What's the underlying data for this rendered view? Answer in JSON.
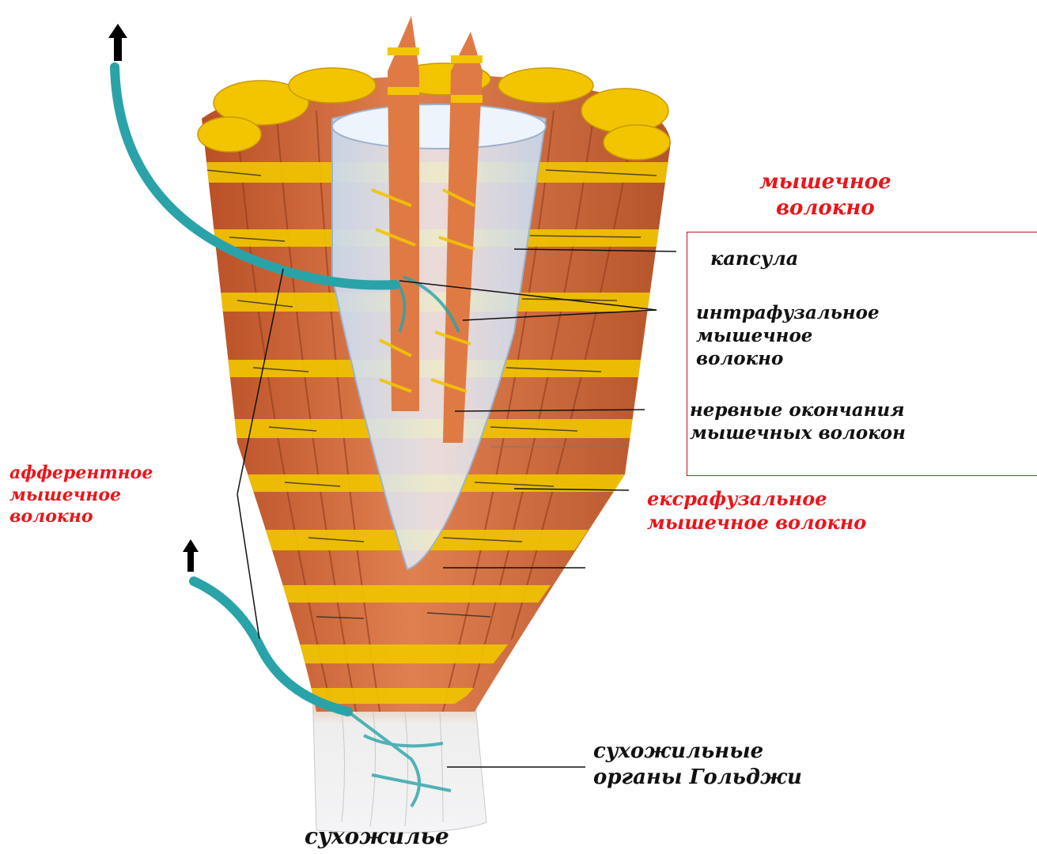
{
  "labels": {
    "muscle_fiber": [
      "мышечное",
      "волокно"
    ],
    "capsule": "капсула",
    "intrafusal": [
      "интрафузальное",
      "мышечное",
      "волокно"
    ],
    "nerve_endings": [
      "нервные окончания",
      "мышечных волокон"
    ],
    "afferent": [
      "афферентное",
      "мышечное",
      "волокно"
    ],
    "extrafusal": [
      "екcрафузальное",
      "мышечное волокно"
    ],
    "golgi": [
      "сухожильные",
      "органы Гольджи"
    ],
    "tendon": "сухожилье"
  },
  "colors": {
    "label_red": "#e8161b",
    "label_black": "#111111",
    "muscle_orange": "#d9713f",
    "muscle_yellow": "#f0c400",
    "nerve_teal": "#2aa3a8",
    "capsule": "#dde8f5",
    "tendon": "#e4e6ea",
    "box_border": "#c0121c"
  }
}
